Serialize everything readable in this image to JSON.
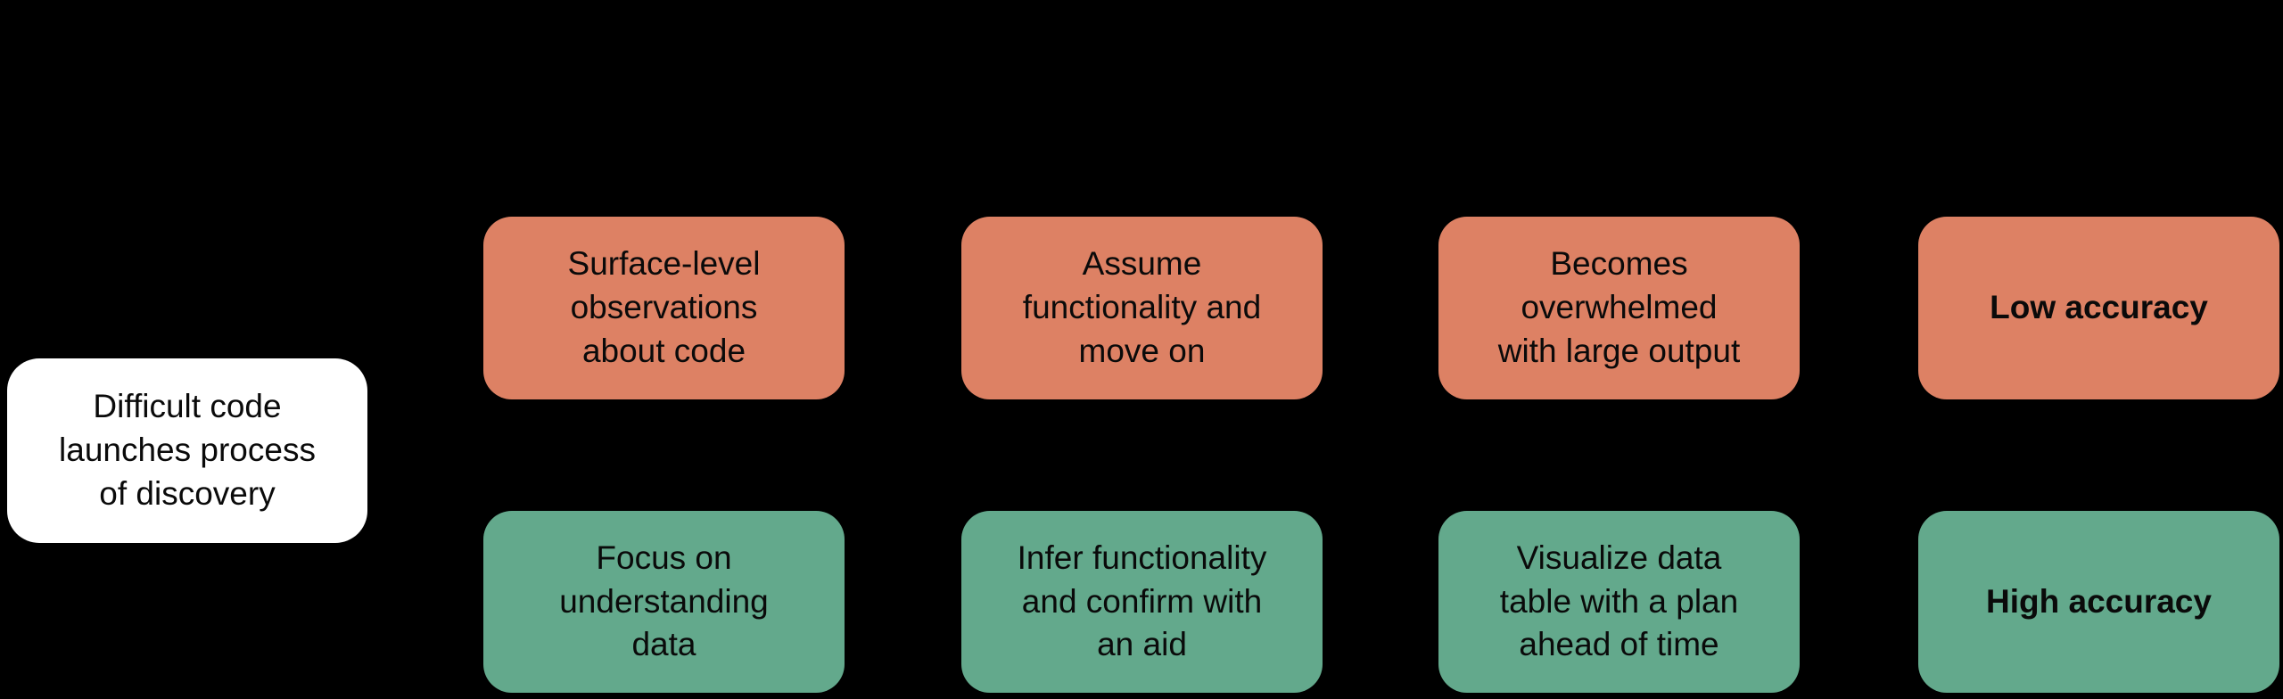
{
  "colors": {
    "background": "#000000",
    "bad_path": "#DD8164",
    "good_path": "#63A98C",
    "start_background": "#FFFFFF",
    "text": "#0A0A0A"
  },
  "diagram": {
    "start": {
      "label": "Difficult code\nlaunches process\nof discovery"
    },
    "bad_path": {
      "steps": [
        "Surface-level\nobservations\nabout code",
        "Assume\nfunctionality and\nmove on",
        "Becomes\noverwhelmed\nwith large output"
      ],
      "outcome": "Low accuracy"
    },
    "good_path": {
      "steps": [
        "Focus on\nunderstanding\ndata",
        "Infer functionality\nand confirm with\nan aid",
        "Visualize data\ntable with a plan\nahead of time"
      ],
      "outcome": "High accuracy"
    }
  }
}
